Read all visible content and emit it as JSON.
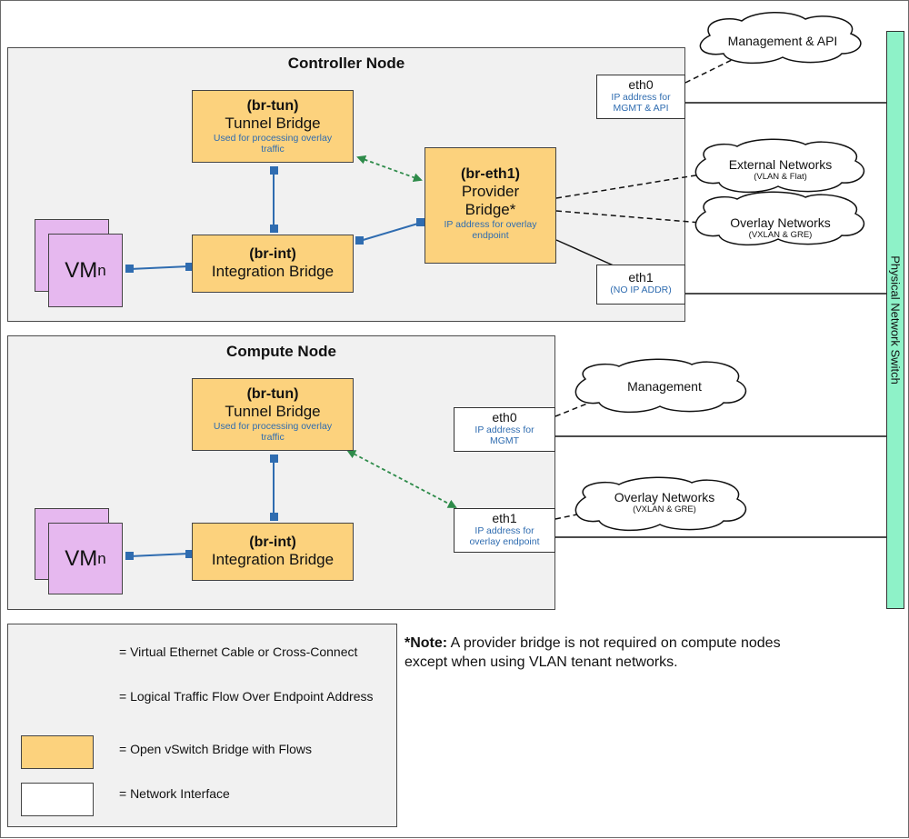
{
  "controller": {
    "title": "Controller Node",
    "br_tun": {
      "tag": "(br-tun)",
      "name": "Tunnel Bridge",
      "desc": "Used for processing overlay traffic"
    },
    "br_int": {
      "tag": "(br-int)",
      "name": "Integration Bridge"
    },
    "br_eth1": {
      "tag": "(br-eth1)",
      "name_line1": "Provider",
      "name_line2": "Bridge*",
      "desc": "IP address for overlay endpoint"
    },
    "vm": {
      "label": "VM",
      "subscript": "n"
    },
    "eth0": {
      "name": "eth0",
      "desc": "IP address for MGMT & API"
    },
    "eth1": {
      "name": "eth1",
      "desc": "(NO IP ADDR)"
    }
  },
  "compute": {
    "title": "Compute Node",
    "br_tun": {
      "tag": "(br-tun)",
      "name": "Tunnel Bridge",
      "desc": "Used for processing overlay traffic"
    },
    "br_int": {
      "tag": "(br-int)",
      "name": "Integration Bridge"
    },
    "vm": {
      "label": "VM",
      "subscript": "n"
    },
    "eth0": {
      "name": "eth0",
      "desc": "IP address for MGMT"
    },
    "eth1": {
      "name": "eth1",
      "desc": "IP address for overlay endpoint"
    }
  },
  "clouds": {
    "mgmt_api": {
      "label": "Management & API"
    },
    "external": {
      "label": "External Networks",
      "sub": "(VLAN & Flat)"
    },
    "overlay_controller": {
      "label": "Overlay Networks",
      "sub": "(VXLAN & GRE)"
    },
    "mgmt": {
      "label": "Management"
    },
    "overlay_compute": {
      "label": "Overlay Networks",
      "sub": "(VXLAN & GRE)"
    }
  },
  "switch": {
    "label": "Physical Network Switch"
  },
  "legend": {
    "veth": "= Virtual Ethernet Cable or Cross-Connect",
    "logical": "= Logical Traffic Flow Over Endpoint Address",
    "bridge": "= Open vSwitch Bridge with Flows",
    "nic": "= Network Interface"
  },
  "note": {
    "prefix": "*Note:",
    "text": " A provider bridge is not required on compute nodes except when using VLAN tenant networks."
  },
  "colors": {
    "bridge_fill": "#fcd27d",
    "vm_fill": "#e6b8ef",
    "switch_fill": "#8ef2c8",
    "veth_line": "#2f6cb0",
    "logical_flow": "#2e8b4a",
    "node_fill": "#f1f1f1"
  }
}
